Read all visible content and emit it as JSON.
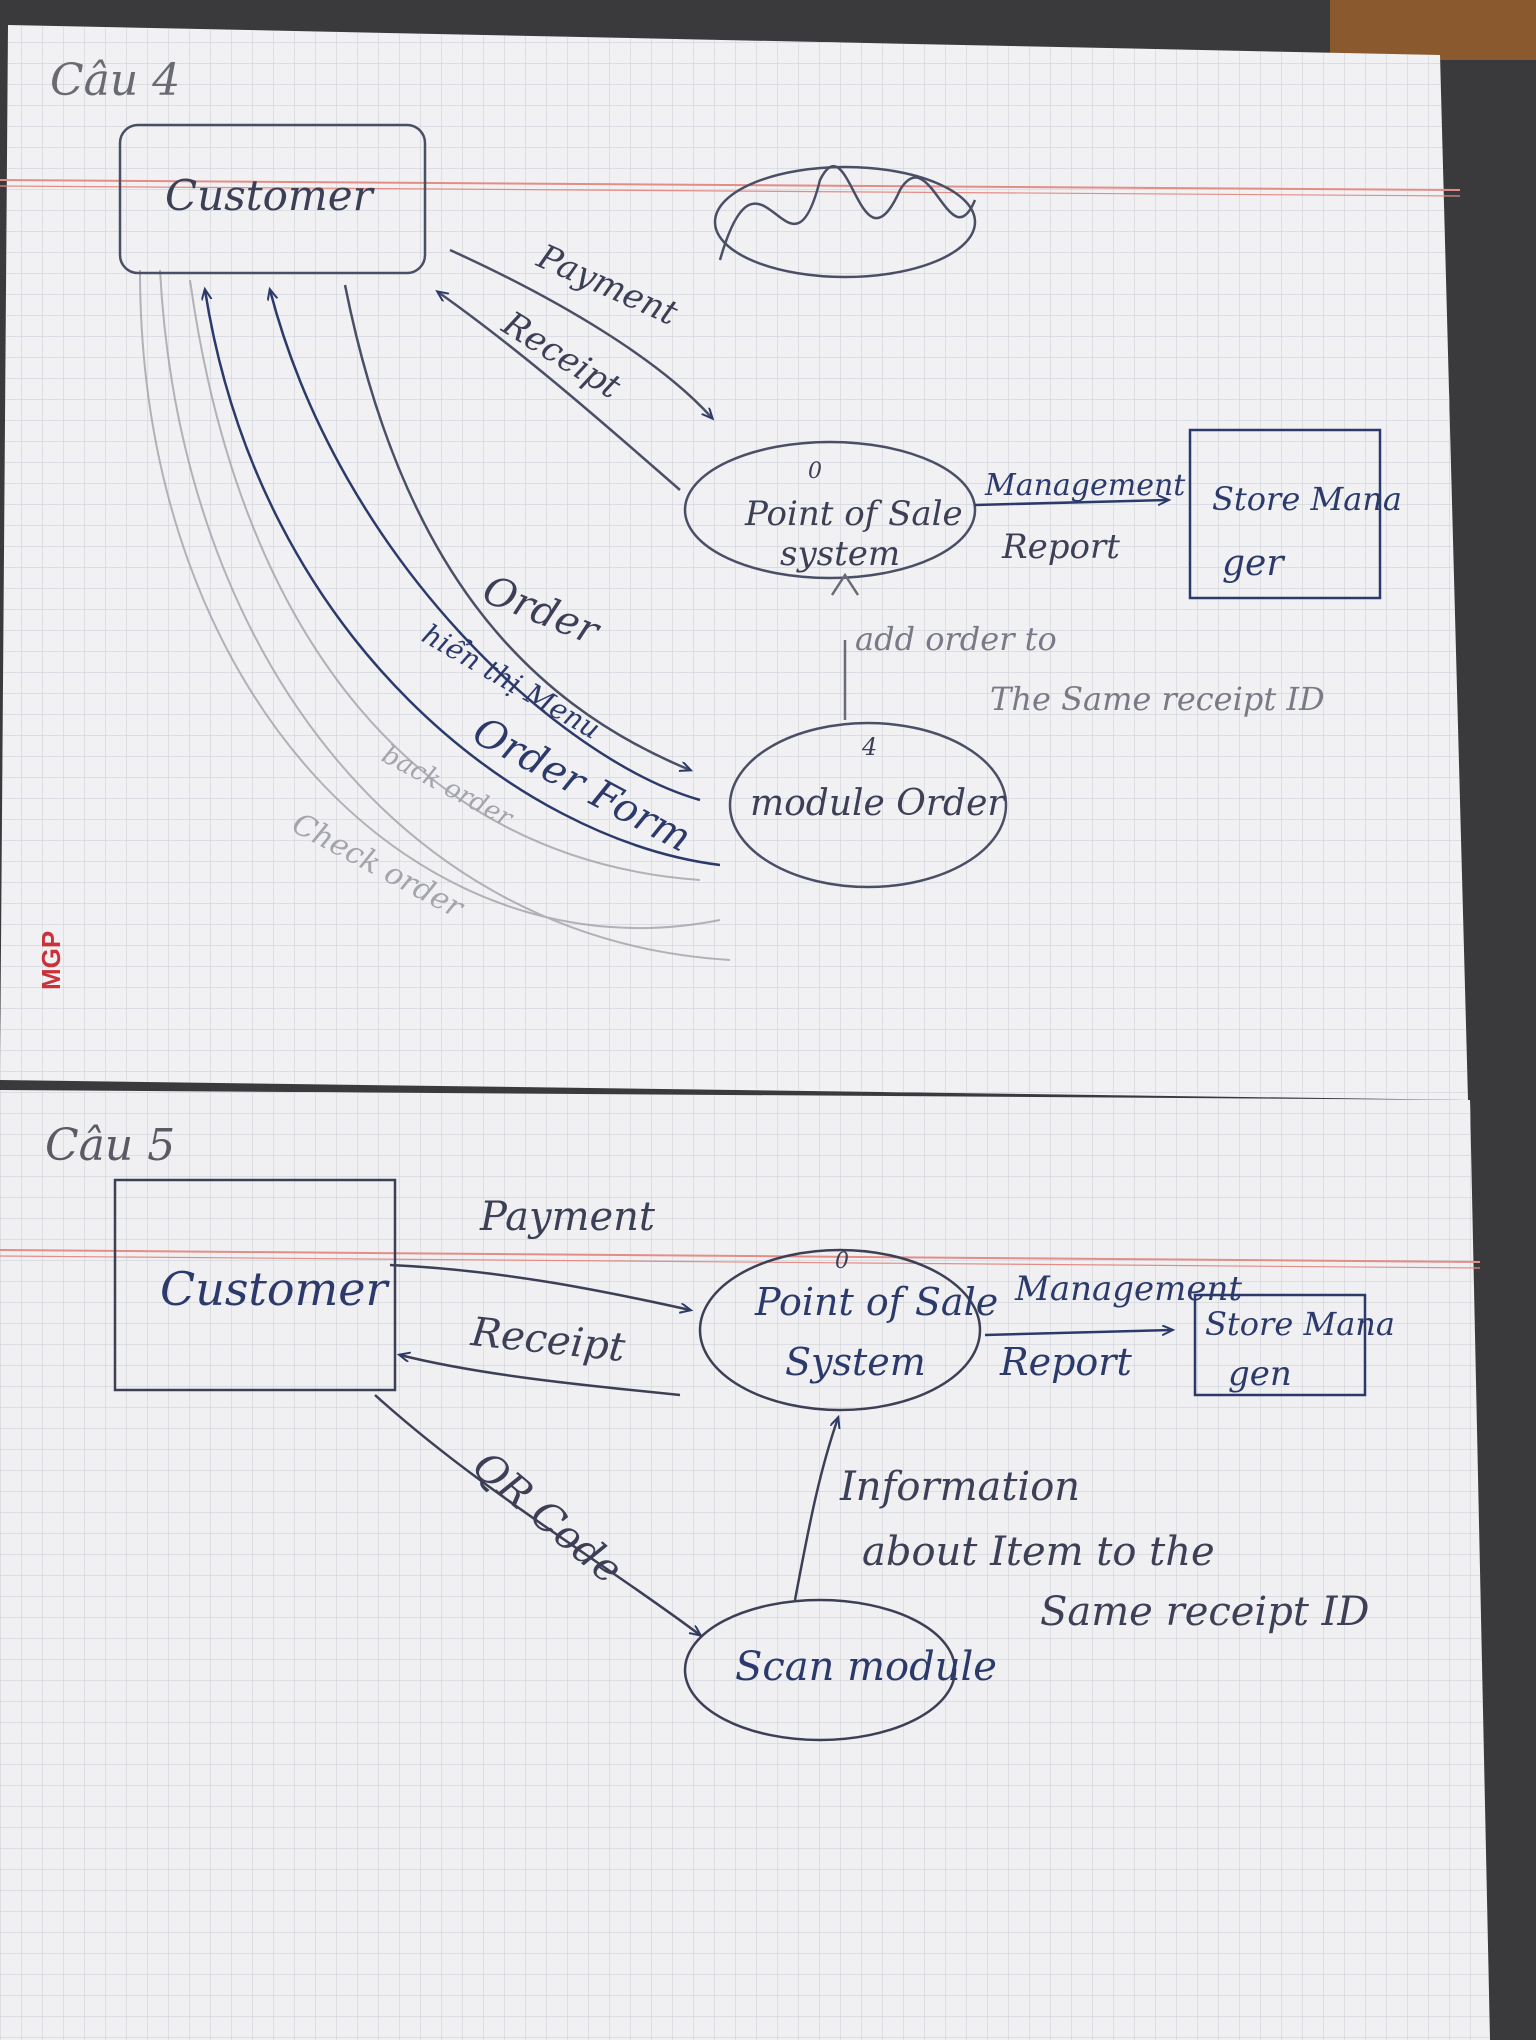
{
  "colors": {
    "ink": "#2b3a6b",
    "pencil": "#8a8a92",
    "grid": "#c9cdd6",
    "margin_line": "#e48c86",
    "paper": "#f1f1f3",
    "background": "#3a3a3c",
    "brand_red": "#c8323a"
  },
  "brand": {
    "logo_text": "MGP"
  },
  "question4": {
    "heading": "Câu 4",
    "customer": "Customer",
    "pos_number": "0",
    "pos_label_1": "Point of Sale",
    "pos_label_2": "system",
    "store_manager_1": "Store Mana",
    "store_manager_2": "ger",
    "flow_payment": "Payment",
    "flow_receipt": "Receipt",
    "flow_mgmt_1": "Management",
    "flow_mgmt_2": "Report",
    "flow_order": "Order",
    "flow_menu": "hiển thị Menu",
    "flow_order_form": "Order Form",
    "flow_add_1": "add order to",
    "flow_add_2": "The Same receipt ID",
    "module_number": "4",
    "module_label": "module Order",
    "pencil_1": "Check order",
    "pencil_2": "back order"
  },
  "question5": {
    "heading": "Câu 5",
    "customer": "Customer",
    "pos_number": "0",
    "pos_label_1": "Point of Sale",
    "pos_label_2": "System",
    "store_manager_1": "Store Mana",
    "store_manager_2": "gen",
    "flow_payment": "Payment",
    "flow_receipt": "Receipt",
    "flow_mgmt_1": "Management",
    "flow_mgmt_2": "Report",
    "flow_qr": "QR Code",
    "flow_info_1": "Information",
    "flow_info_2": "about Item to the",
    "flow_info_3": "Same receipt ID",
    "scan_label": "Scan module"
  }
}
